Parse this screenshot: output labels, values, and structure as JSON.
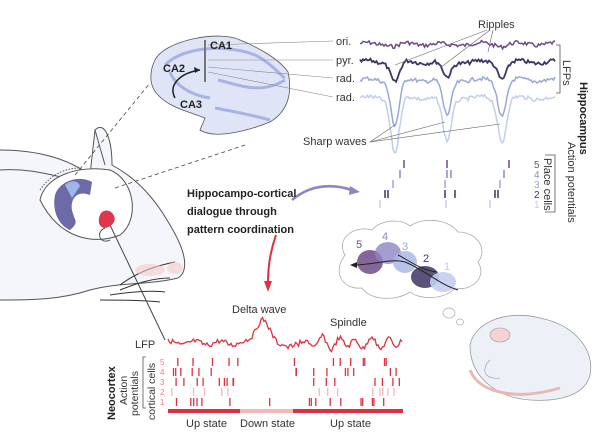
{
  "colors": {
    "hippo_dark": "#3f3565",
    "hippo_mid": "#6e4b86",
    "hippo_light": "#9aa8d8",
    "hippo_pale": "#c3cdee",
    "cortex_red": "#e0303e",
    "cortex_pink": "#f4b8bc",
    "tissue": "#dfe5f7"
  },
  "hippocampus": {
    "regions": [
      "CA1",
      "CA2",
      "CA3"
    ],
    "layers": [
      "ori.",
      "pyr.",
      "rad.",
      "rad."
    ],
    "ripples_label": "Ripples",
    "sharp_waves_label": "Sharp waves",
    "lfps_label": "LFPs",
    "section_label": "Hippocampus",
    "action_potentials_label": "Action potentials",
    "place_cells_label": "Place cells",
    "cell_numbers": [
      "5",
      "4",
      "3",
      "2",
      "1"
    ]
  },
  "dialogue": {
    "lines": [
      "Hippocampo-cortical",
      "dialogue through",
      "pattern coordination"
    ]
  },
  "dream": {
    "numbers": [
      "5",
      "4",
      "3",
      "2",
      "1"
    ]
  },
  "neocortex": {
    "section_label": "Neocortex",
    "action_label_1": "Action",
    "action_label_2": "potentials",
    "cortical_cells_label": "cortical cells",
    "cell_numbers": [
      "5",
      "4",
      "3",
      "2",
      "1"
    ],
    "lfp_label": "LFP",
    "delta_wave_label": "Delta wave",
    "spindle_label": "Spindle",
    "states": [
      "Up state",
      "Down state",
      "Up state"
    ]
  }
}
